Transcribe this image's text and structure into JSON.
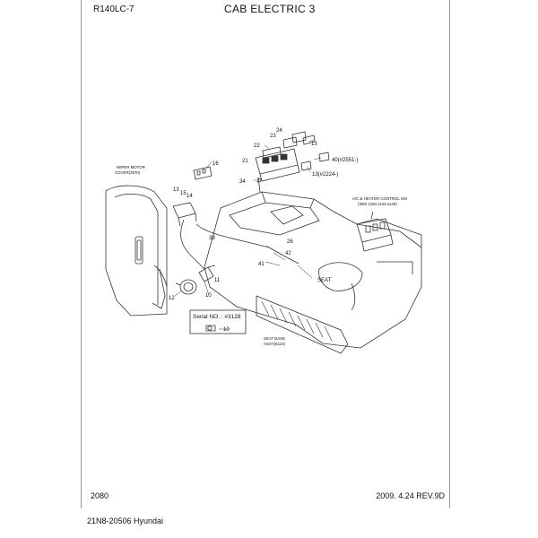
{
  "header": {
    "model": "R140LC-7",
    "title": "CAB ELECTRIC 3"
  },
  "footer": {
    "page_number": "2080",
    "date_rev": "2009. 4.24  REV.9D"
  },
  "bottom_caption": "21N8-20506 Hyundai",
  "callouts": {
    "c24": "24",
    "c23": "23",
    "c13a": "13",
    "c22": "22",
    "c21": "21",
    "c40": "40(#2551-)",
    "c13b": "13(#2224-)",
    "c16": "16",
    "c34": "34",
    "c13c": "13",
    "c15": "15",
    "c14": "14",
    "c39": "39",
    "c26": "26",
    "c42": "42",
    "c41": "41",
    "c11": "11",
    "c12": "12",
    "c10": "10",
    "c10b": "10"
  },
  "notes": {
    "wiper_line1": "WIPER MOTOR",
    "wiper_line2": "COVER(2870)",
    "ac_line1": "A/C & HEATER CONTROL SW",
    "ac_line2": "(SEE 1150,1120,1140)",
    "seat": "SEAT",
    "seat_base_line1": "SEAT BASE",
    "seat_base_line2": "ASSY(6110)"
  },
  "serial_box": {
    "label": "Serial NO. : #3128"
  }
}
